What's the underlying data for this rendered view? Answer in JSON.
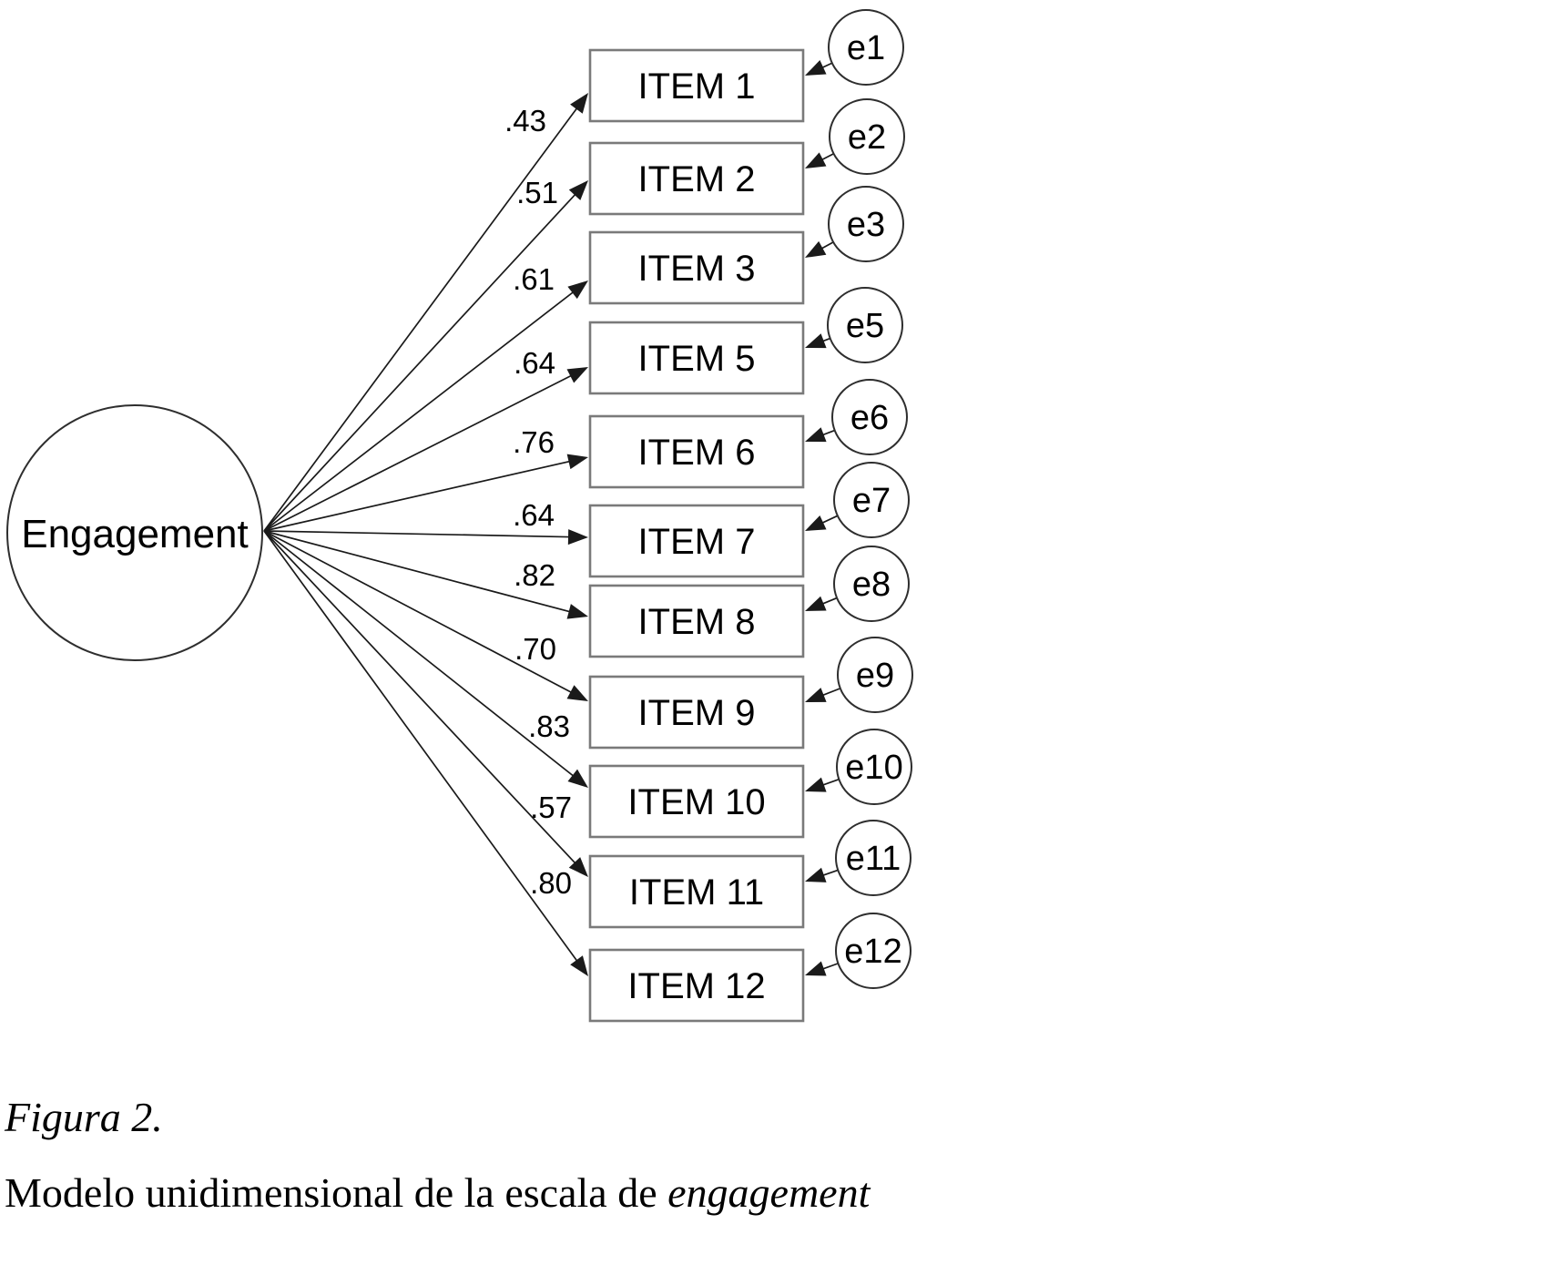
{
  "figure": {
    "latent": {
      "label": "Engagement"
    },
    "items": [
      {
        "label": "ITEM 1",
        "loading": ".43",
        "error": "e1"
      },
      {
        "label": "ITEM 2",
        "loading": ".51",
        "error": "e2"
      },
      {
        "label": "ITEM 3",
        "loading": ".61",
        "error": "e3"
      },
      {
        "label": "ITEM 5",
        "loading": ".64",
        "error": "e5"
      },
      {
        "label": "ITEM 6",
        "loading": ".76",
        "error": "e6"
      },
      {
        "label": "ITEM 7",
        "loading": ".64",
        "error": "e7"
      },
      {
        "label": "ITEM 8",
        "loading": ".82",
        "error": "e8"
      },
      {
        "label": "ITEM 9",
        "loading": ".70",
        "error": "e9"
      },
      {
        "label": "ITEM 10",
        "loading": ".83",
        "error": "e10"
      },
      {
        "label": "ITEM 11",
        "loading": ".57",
        "error": "e11"
      },
      {
        "label": "ITEM 12",
        "loading": ".80",
        "error": "e12"
      }
    ]
  },
  "caption": {
    "figure_label": "Figura 2.",
    "description_regular": "Modelo unidimensional de la escala de ",
    "description_italic": "engagement"
  },
  "colors": {
    "line": "#1a1a1a",
    "box_border": "#7a7a7a",
    "circle_border": "#2e2e2e",
    "shape_fill": "#ffffff",
    "text": "#000000",
    "background": "#ffffff"
  }
}
